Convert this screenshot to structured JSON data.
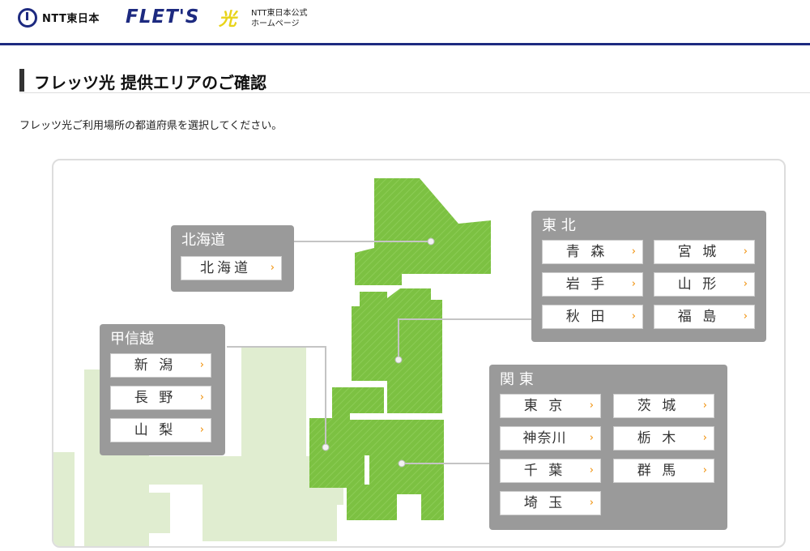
{
  "header": {
    "brand": "NTT東日本",
    "flets": "FLET'S",
    "hikari": "光",
    "official_line1": "NTT東日本公式",
    "official_line2": "ホームページ"
  },
  "page": {
    "title": "フレッツ光 提供エリアのご確認",
    "intro": "フレッツ光ご利用場所の都道府県を選択してください。"
  },
  "colors": {
    "active_region": "#7cc142",
    "inactive_region": "#e0edd0",
    "panel": "#9a9a9a",
    "accent_arrow": "#f08c00"
  },
  "regions": {
    "hokkaido": {
      "title": "北海道",
      "prefs": [
        "北海道"
      ]
    },
    "tohoku": {
      "title": "東 北",
      "prefs": [
        "青 森",
        "宮 城",
        "岩 手",
        "山 形",
        "秋 田",
        "福 島"
      ]
    },
    "koshinetsu": {
      "title": "甲信越",
      "prefs": [
        "新 潟",
        "長 野",
        "山 梨"
      ]
    },
    "kanto": {
      "title": "関 東",
      "prefs": [
        "東 京",
        "茨 城",
        "神奈川",
        "栃 木",
        "千 葉",
        "群 馬",
        "埼 玉"
      ]
    }
  },
  "icons": {
    "arrow": "chevron-right-icon",
    "logo": "ntt-logo-icon"
  }
}
